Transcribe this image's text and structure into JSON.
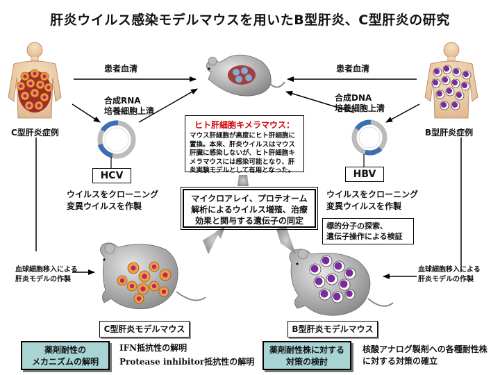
{
  "title": "肝炎ウイルス感染モデルマウスを用いたB型肝炎、C型肝炎の研究",
  "left": {
    "serum": "患者血清",
    "culture_line1": "合成RNA",
    "culture_line2": "培養細胞上清",
    "patient": "C型肝炎症例",
    "virus": "HCV",
    "cloning_line1": "ウイルスをクローニング",
    "cloning_line2": "変異ウイルスを作製",
    "gene_line1": "血球細胞移入による",
    "gene_line2": "肝炎モデルの作製",
    "model": "C型肝炎モデルマウス"
  },
  "right": {
    "serum": "患者血清",
    "culture_line1": "合成DNA",
    "culture_line2": "培養細胞上清",
    "patient": "B型肝炎症例",
    "virus": "HBV",
    "cloning_line1": "ウイルスをクローニング",
    "cloning_line2": "変異ウイルスを作製",
    "gene_line1": "血球細胞移入による",
    "gene_line2": "肝炎モデルの作製",
    "model": "B型肝炎モデルマウス"
  },
  "chimera": {
    "title": "ヒト肝細胞キメラマウス：",
    "text": "マウス肝細胞が高度にヒト肝細胞に置換。本来、肝炎ウイルスはマウス肝臓に感染しないが、ヒト肝細胞キメラマウスには感染可能となり、肝炎実験モデルとして有用となった。"
  },
  "center": {
    "line1": "マイクロアレイ、プロテオーム",
    "line2": "解析によるウイルス増殖、治療",
    "line3": "効果と関与する遺伝子の同定"
  },
  "target_box": {
    "line1": "標的分子の探索、",
    "line2": "遺伝子操作による検証"
  },
  "bottom": {
    "left_box_line1": "薬剤耐性の",
    "left_box_line2": "メカニズムの解明",
    "ifn": "IFN抵抗性の解明",
    "protease": "Protease inhibitor抵抗性の解明",
    "right_box_line1": "薬剤耐性株に対する",
    "right_box_line2": "対策の検討",
    "right_text_line1": "核酸アナログ製剤への各種耐性株",
    "right_text_line2": "に対する対策の確立"
  },
  "colors": {
    "hcv_infected_cell": "#e8a040",
    "hbv_infected_cell": "#7a2a9a",
    "chimera_title": "#cc0000",
    "box_teal": "#a8d4d4"
  }
}
